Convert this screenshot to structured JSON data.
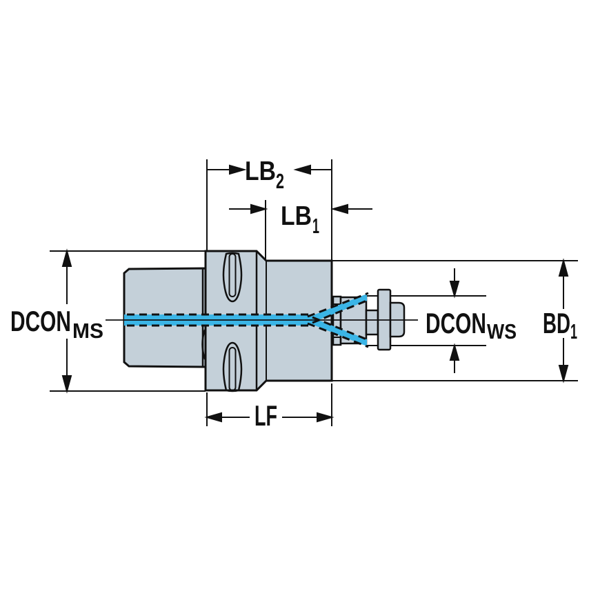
{
  "drawing": {
    "type": "technical-dimension-drawing",
    "subject": "tool coupling adapter side view cross-section",
    "background": "#ffffff",
    "colors": {
      "body_fill": "#c4d0d9",
      "centerline_highlight": "#3bb5e6",
      "line": "#111111"
    },
    "labels": {
      "dcon_ms": {
        "main": "DCON",
        "sub": "MS"
      },
      "lb2": {
        "main": "LB",
        "sub": "2"
      },
      "lb1": {
        "main": "LB",
        "sub": "1"
      },
      "dcon_ws": {
        "main": "DCON",
        "sub": "WS"
      },
      "bd1": {
        "main": "BD",
        "sub": "1"
      },
      "lf": {
        "main": "LF"
      }
    }
  }
}
